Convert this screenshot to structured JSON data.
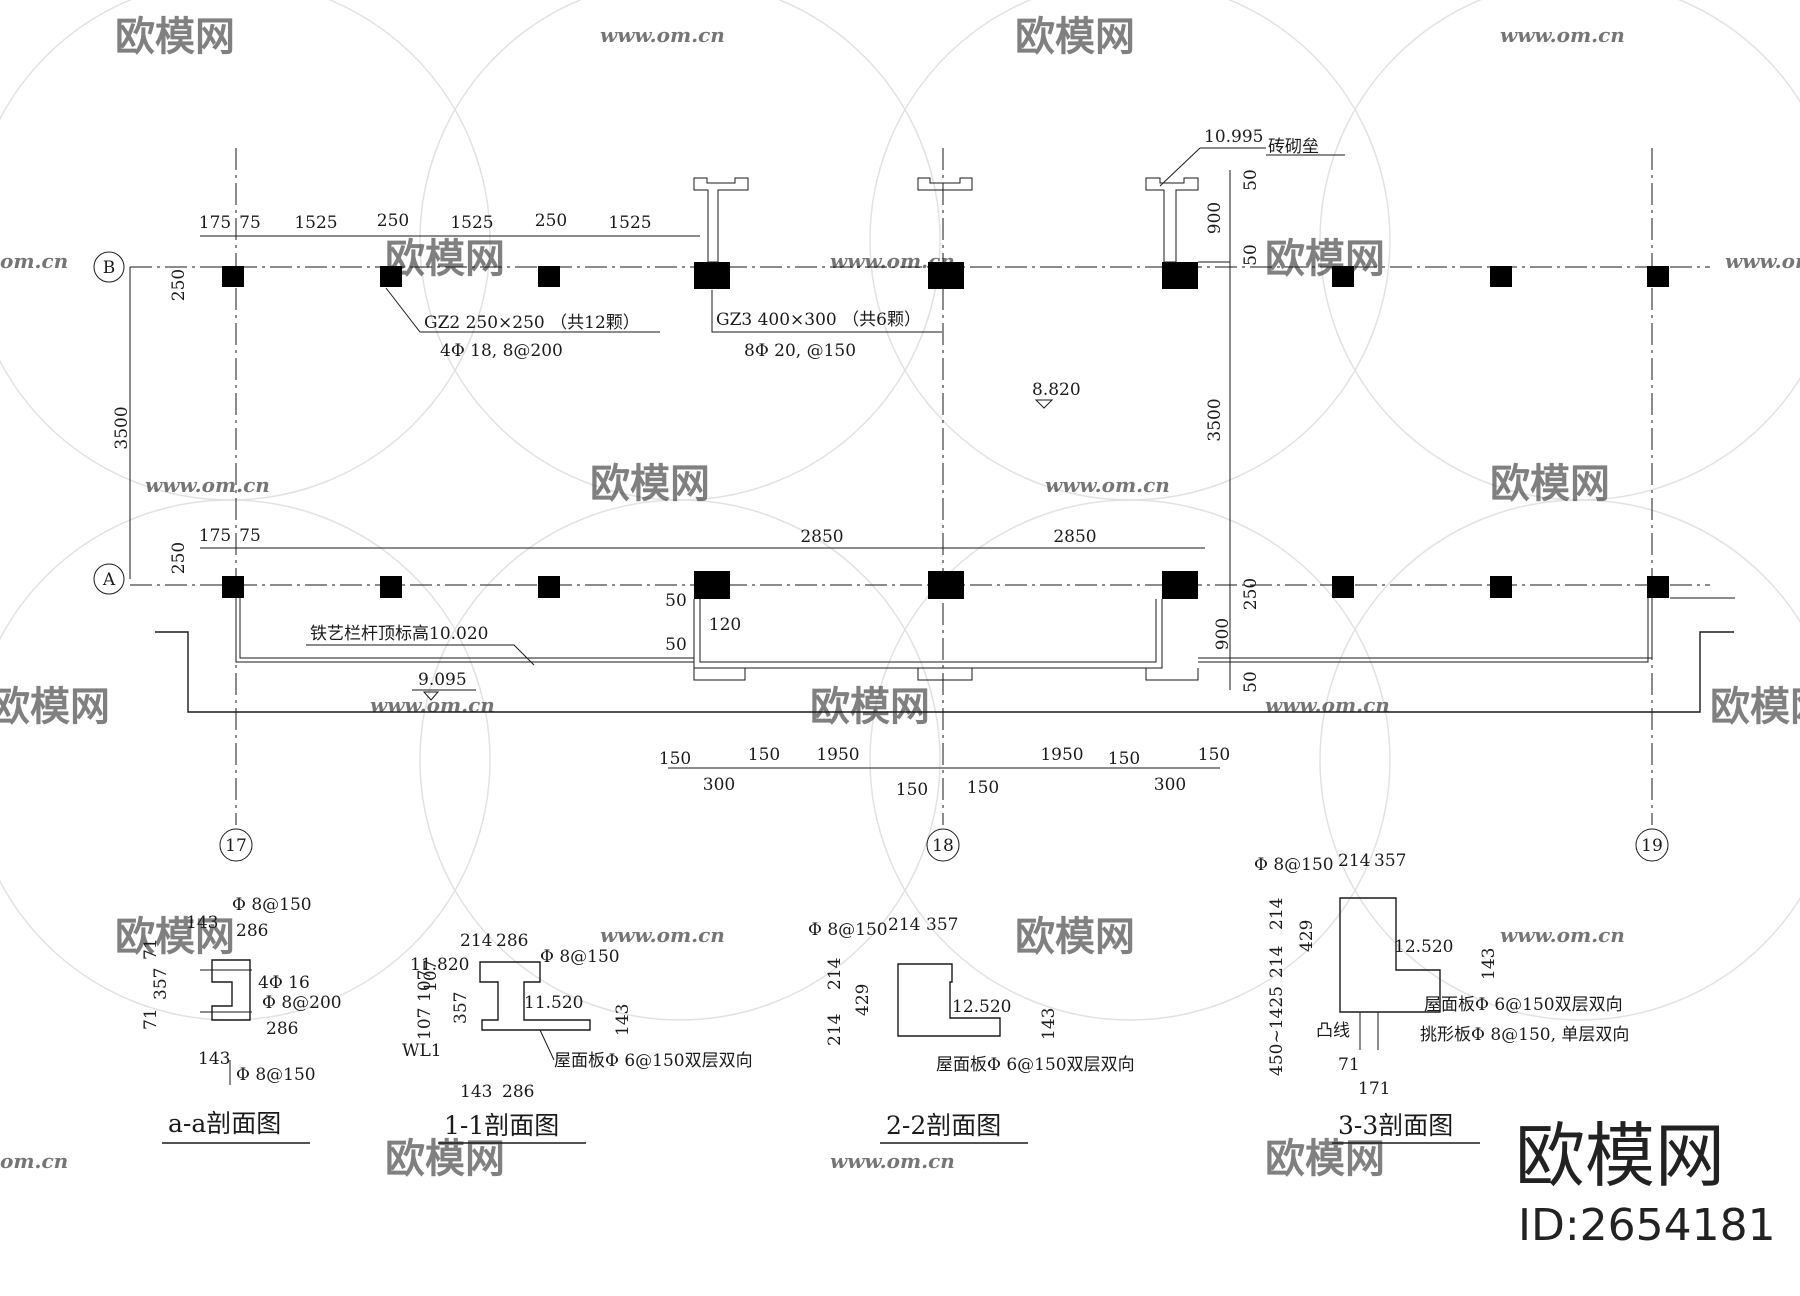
{
  "watermarks": {
    "logo": "欧模网",
    "url": "www.om.cn",
    "url_partial": "om.cn"
  },
  "plan": {
    "axes": {
      "row_b": "B",
      "row_a": "A",
      "col_17": "17",
      "col_18": "18",
      "col_19": "19"
    },
    "top_dims": [
      "175",
      "75",
      "1525",
      "250",
      "1525",
      "250",
      "1525"
    ],
    "a_dims": [
      "175",
      "75",
      "2850",
      "2850"
    ],
    "left_dims": {
      "b_250": "250",
      "span_3500": "3500",
      "a_250": "250"
    },
    "right_dims": {
      "d50a": "50",
      "d900a": "900",
      "d50b": "50",
      "span_3500": "3500",
      "d250": "250",
      "d900b": "900",
      "d50c": "50"
    },
    "mid_dims": {
      "d50a": "50",
      "d120": "120",
      "d50b": "50"
    },
    "bottom_dims": {
      "row1": [
        "150",
        "150",
        "1950",
        "1950",
        "150",
        "150"
      ],
      "row2": [
        "300",
        "150",
        "150",
        "300"
      ]
    },
    "gz2": {
      "label": "GZ2   250×250  （共12颗）",
      "rebar": "4Φ  18,   8@200"
    },
    "gz3": {
      "label": "GZ3   400×300  （共6颗）",
      "rebar": "8Φ  20,    @150"
    },
    "elevations": {
      "top": "10.995",
      "center": "8.820",
      "railing": "铁艺栏杆顶标高10.020",
      "ground": "9.095"
    },
    "notes": {
      "brick": "砖砌垒"
    }
  },
  "sections": {
    "aa": {
      "title": "a-a剖面图",
      "texts": [
        "Φ  8@150",
        "143",
        "286",
        "71",
        "357",
        "71",
        "4Φ  16",
        "Φ  8@200",
        "286",
        "143",
        "Φ  8@150"
      ]
    },
    "s11": {
      "title": "1-1剖面图",
      "texts": [
        "214",
        "286",
        "Φ  8@150",
        "11.820",
        "107",
        "107",
        "357",
        "107",
        "11.520",
        "143",
        "WL1",
        "屋面板Φ  6@150双层双向",
        "143",
        "286"
      ]
    },
    "s22": {
      "title": "2-2剖面图",
      "texts": [
        "Φ 8@150",
        "214",
        "357",
        "214",
        "429",
        "214",
        "12.520",
        "143",
        "屋面板Φ  6@150双层双向"
      ]
    },
    "s33": {
      "title": "3-3剖面图",
      "texts": [
        "Φ  8@150",
        "214",
        "357",
        "214",
        "429",
        "214",
        "12.520",
        "143",
        "屋面板Φ  6@150双层双向",
        "450~1425",
        "凸线",
        "挑形板Φ  8@150, 单层双向",
        "71",
        "171"
      ]
    }
  },
  "brand": {
    "name": "欧模网",
    "id": "ID:2654181"
  }
}
